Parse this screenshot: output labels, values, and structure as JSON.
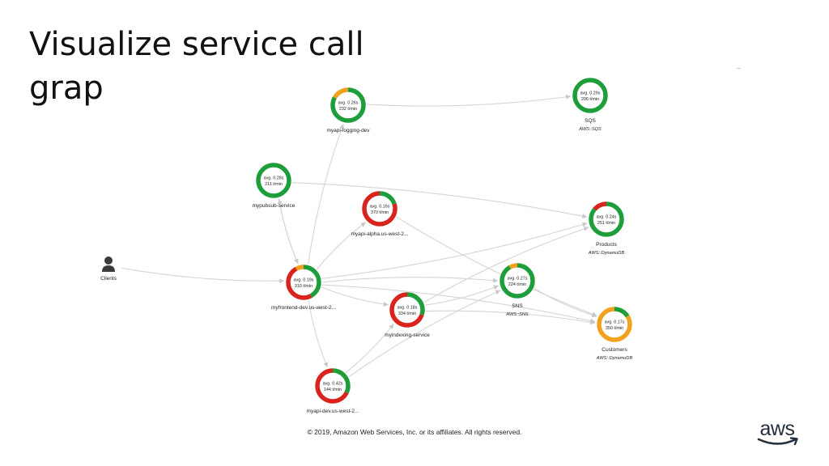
{
  "slide": {
    "title": "Visualize service call grap",
    "footer": "© 2019, Amazon Web Services, Inc. or its affiliates. All rights reserved.",
    "logo_text": "aws"
  },
  "colors": {
    "ok": "#1e9e3a",
    "error": "#d9231d",
    "throttle": "#f2a11f",
    "edge": "#d4d4d4",
    "label": "#222222",
    "logo": "#232f3e"
  },
  "nodes": [
    {
      "id": "clients",
      "name": "Clients",
      "kind": "client"
    },
    {
      "id": "logging",
      "latency": "avg. 0.26s",
      "rate": "232 t/min",
      "name": "myapi-logging-dev",
      "segments": {
        "ok": 0.83,
        "error": 0,
        "throttle": 0.17
      }
    },
    {
      "id": "sqs",
      "latency": "avg. 0.29s",
      "rate": "206 t/min",
      "name": "SQS",
      "type": "AWS::SQS",
      "segments": {
        "ok": 1,
        "error": 0,
        "throttle": 0
      }
    },
    {
      "id": "pubsub",
      "latency": "avg. 0.28s",
      "rate": "211 t/min",
      "name": "mypubsub-service",
      "segments": {
        "ok": 1,
        "error": 0,
        "throttle": 0
      }
    },
    {
      "id": "alpha",
      "latency": "avg. 0.16s",
      "rate": "370 t/min",
      "name": "myapi-alpha.us-west-2...",
      "segments": {
        "ok": 0.2,
        "error": 0.8,
        "throttle": 0
      }
    },
    {
      "id": "products",
      "latency": "avg. 0.24s",
      "rate": "251 t/min",
      "name": "Products",
      "type": "AWS::DynamoDB",
      "segments": {
        "ok": 0.86,
        "error": 0.14,
        "throttle": 0
      }
    },
    {
      "id": "frontend",
      "latency": "avg. 0.19s",
      "rate": "310 t/min",
      "name": "myfrontend-dev.us-west-2...",
      "segments": {
        "ok": 0.42,
        "error": 0.5,
        "throttle": 0.08
      }
    },
    {
      "id": "sns",
      "latency": "avg. 0.27s",
      "rate": "224 t/min",
      "name": "SNS",
      "type": "AWS::SNS",
      "segments": {
        "ok": 0.92,
        "error": 0,
        "throttle": 0.08
      }
    },
    {
      "id": "indexing",
      "latency": "avg. 0.18s",
      "rate": "334 t/min",
      "name": "myindexing-service",
      "segments": {
        "ok": 0.3,
        "error": 0.7,
        "throttle": 0
      }
    },
    {
      "id": "customers",
      "latency": "avg. 0.17s",
      "rate": "350 t/min",
      "name": "Customers",
      "type": "AWS::DynamoDB",
      "segments": {
        "ok": 0.16,
        "error": 0,
        "throttle": 0.84
      }
    },
    {
      "id": "myapi",
      "latency": "avg. 0.42s",
      "rate": "144 t/min",
      "name": "myapi-dev.us-west-2...",
      "segments": {
        "ok": 0.32,
        "error": 0.68,
        "throttle": 0
      }
    }
  ],
  "edges": [
    [
      "clients",
      "frontend"
    ],
    [
      "frontend",
      "pubsub"
    ],
    [
      "pubsub",
      "frontend"
    ],
    [
      "frontend",
      "logging"
    ],
    [
      "logging",
      "sqs"
    ],
    [
      "frontend",
      "alpha"
    ],
    [
      "frontend",
      "products"
    ],
    [
      "frontend",
      "sns"
    ],
    [
      "frontend",
      "indexing"
    ],
    [
      "frontend",
      "customers"
    ],
    [
      "frontend",
      "myapi"
    ],
    [
      "pubsub",
      "products"
    ],
    [
      "alpha",
      "customers"
    ],
    [
      "indexing",
      "products"
    ],
    [
      "indexing",
      "sns"
    ],
    [
      "indexing",
      "customers"
    ],
    [
      "sns",
      "customers"
    ],
    [
      "myapi",
      "sns"
    ],
    [
      "myapi",
      "indexing"
    ]
  ]
}
